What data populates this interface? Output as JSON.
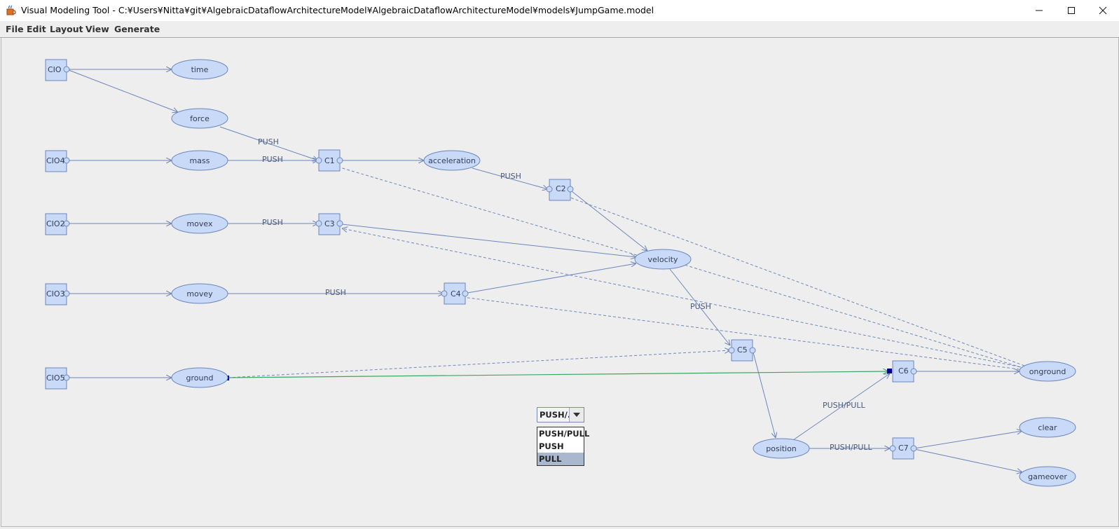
{
  "window": {
    "title": "Visual Modeling Tool - C:¥Users¥Nitta¥git¥AlgebraicDataflowArchitectureModel¥AlgebraicDataflowArchitectureModel¥models¥JumpGame.model",
    "app_icon": "java-cup-icon",
    "controls": [
      "minimize-icon",
      "maximize-icon",
      "close-icon"
    ]
  },
  "menubar": {
    "items": [
      "File",
      "Edit",
      "Layout",
      "View",
      "Generate"
    ]
  },
  "colors": {
    "node_fill": "#c8daf8",
    "node_stroke": "#6d86bb",
    "edge": "#6d86bb",
    "selected_edge": "#3aa860",
    "selection_handle": "#00008b",
    "canvas": "#eeeeee"
  },
  "diagram": {
    "io_channels": [
      "CIO",
      "CIO4",
      "CIO2",
      "CIO3",
      "CIO5"
    ],
    "channels": [
      "C1",
      "C2",
      "C3",
      "C4",
      "C5",
      "C6",
      "C7"
    ],
    "resources": [
      "time",
      "force",
      "mass",
      "movex",
      "movey",
      "ground",
      "acceleration",
      "velocity",
      "position",
      "onground",
      "clear",
      "gameover"
    ],
    "edge_labels": {
      "force_c1": "PUSH",
      "mass_c1": "PUSH",
      "movex_c3": "PUSH",
      "movey_c4": "PUSH",
      "acceleration_c2": "PUSH",
      "velocity_c5": "PUSH",
      "position_c6": "PUSH/PULL",
      "position_c7": "PUSH/PULL"
    }
  },
  "edge_editor": {
    "selected_value": "PUSH/...",
    "options": [
      "PUSH/PULL",
      "PUSH",
      "PULL"
    ],
    "highlighted_option": "PULL"
  }
}
